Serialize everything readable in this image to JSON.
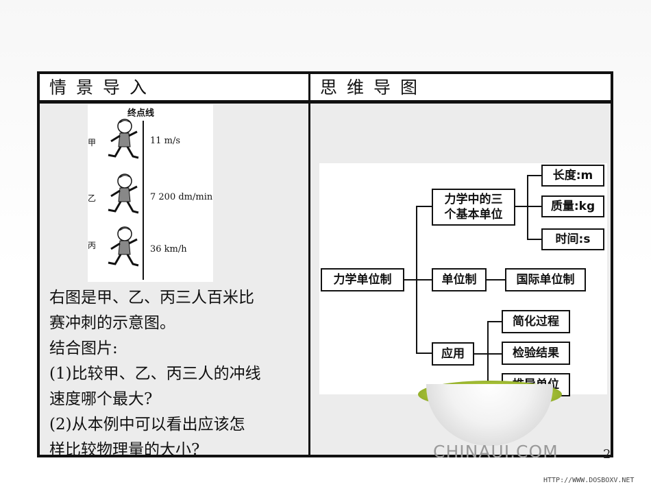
{
  "header": {
    "left_title": "情景导入",
    "right_title": "思维导图"
  },
  "scene": {
    "finish_label": "终点线",
    "runners": [
      {
        "name": "甲",
        "speed": "11 m/s"
      },
      {
        "name": "乙",
        "speed": "7 200 dm/min"
      },
      {
        "name": "丙",
        "speed": "36 km/h"
      }
    ]
  },
  "description": [
    "右图是甲、乙、丙三人百米比",
    "赛冲刺的示意图。",
    "结合图片:",
    "(1)比较甲、乙、丙三人的冲线",
    "速度哪个最大?",
    "(2)从本例中可以看出应该怎",
    "样比较物理量的大小?"
  ],
  "mindmap": {
    "root": "力学单位制",
    "three_units_line1": "力学中的三",
    "three_units_line2": "个基本单位",
    "length": "长度:m",
    "mass": "质量:kg",
    "time": "时间:s",
    "unit_system": "单位制",
    "si": "国际单位制",
    "application": "应用",
    "simplify": "简化过程",
    "verify": "检验结果",
    "derive": "推导单位"
  },
  "footer": {
    "watermark": "CHINAUI.COM",
    "page_number": "2",
    "url": "HTTP://WWW.DOSBOXV.NET"
  }
}
